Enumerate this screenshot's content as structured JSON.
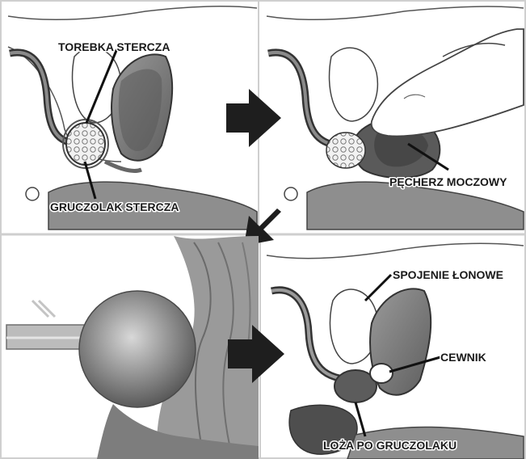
{
  "labels": {
    "capsule": "TOREBKA STERCZA",
    "adenoma": "GRUCZOLAK STERCZA",
    "bladder": "PĘCHERZ MOCZOWY",
    "symphysis": "SPOJENIE ŁONOWE",
    "catheter": "CEWNIK",
    "fossa": "LOŻA PO GRUCZOLAKU"
  },
  "arrows": {
    "step1": "right-arrow",
    "step2": "diagonal-down-left-arrow",
    "step3": "right-arrow"
  },
  "colors": {
    "tissue_dark": "#6e6e6e",
    "tissue_mid": "#a8a8a8",
    "tissue_light": "#d6d6d6",
    "outline": "#2b2b2b",
    "arrow": "#1e1e1e"
  }
}
